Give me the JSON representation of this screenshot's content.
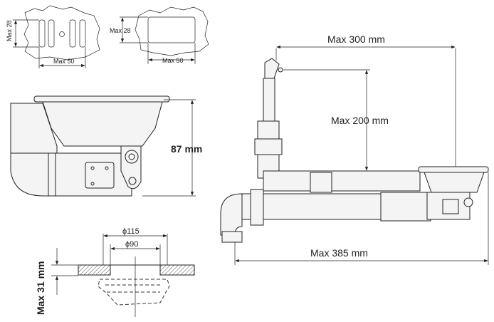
{
  "cutout_slots": {
    "height_label": "Max 28",
    "width_label": "Max 50"
  },
  "cutout_rect": {
    "height_label": "Max 28",
    "width_label": "Max 50"
  },
  "side_view": {
    "height_label": "87 mm"
  },
  "install": {
    "horizontal_label": "Max 300 mm",
    "vertical_label": "Max 200 mm",
    "total_label": "Max 385 mm"
  },
  "section": {
    "outer_diameter": "ϕ115",
    "inner_diameter": "ϕ90",
    "thickness_label": "Max 31 mm"
  }
}
